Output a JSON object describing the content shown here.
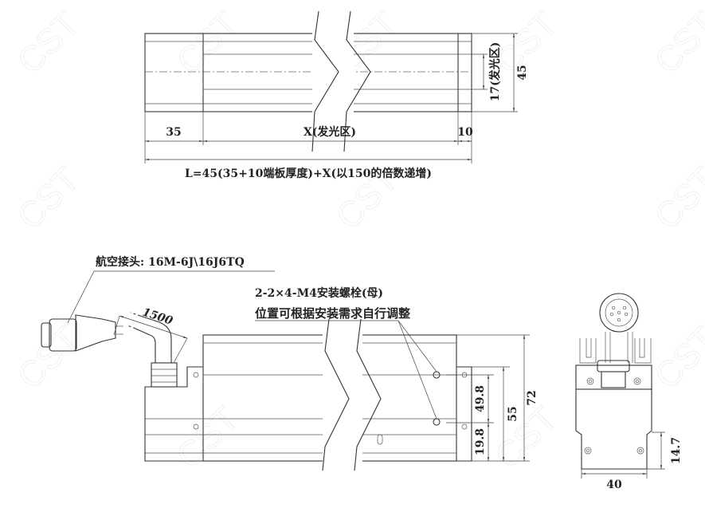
{
  "watermark": "CST",
  "top_view": {
    "dim_total_height": "45",
    "dim_light_height": "17(发光区)",
    "dim_left": "35",
    "dim_light_zone": "X(发光区)",
    "dim_right": "10",
    "length_formula": "L=45(35+10端板厚度)+X(以150的倍数递增)"
  },
  "front_view": {
    "connector_label": "航空接头: 16M-6J\\16J6TQ",
    "cable_length": "1500",
    "bolt_note": "2-2×4-M4安装螺栓(母)",
    "bolt_note2": "位置可根据安装需求自行调整",
    "dim_72": "72",
    "dim_55": "55",
    "dim_49_8": "49.8",
    "dim_19_8": "19.8"
  },
  "side_view": {
    "dim_width": "40",
    "dim_height": "14.7"
  }
}
